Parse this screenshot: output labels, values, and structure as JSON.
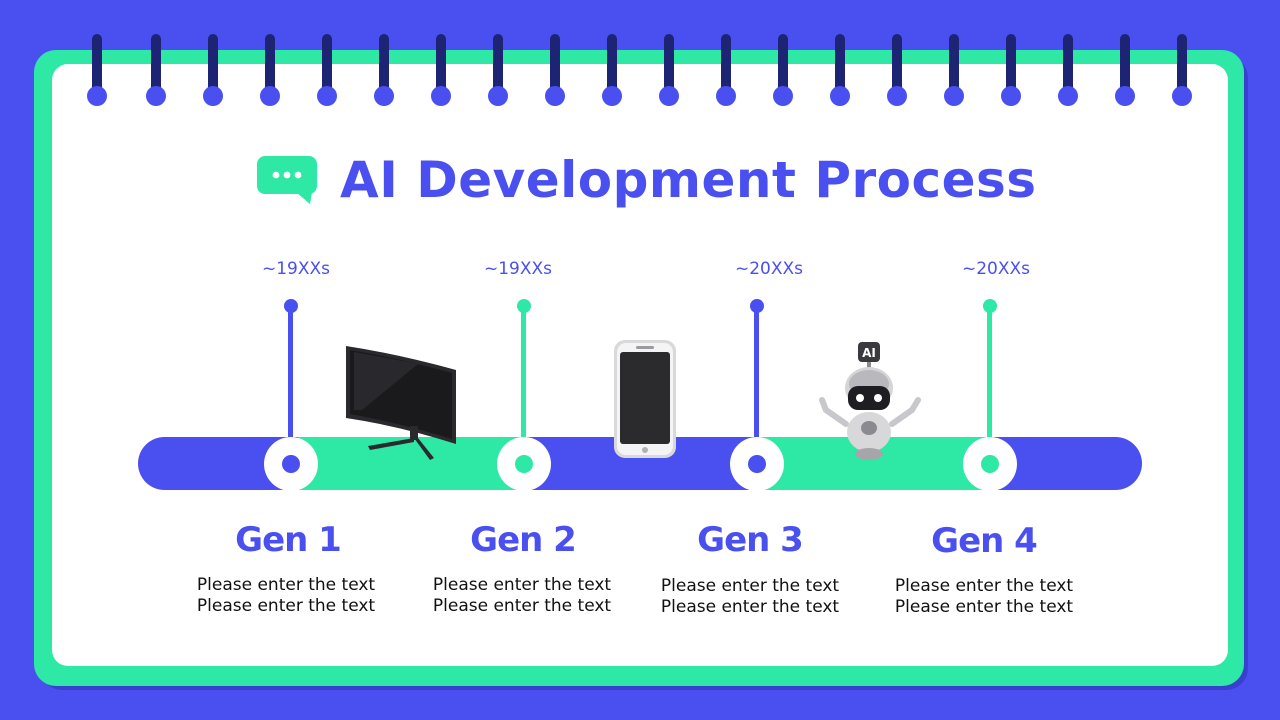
{
  "title": "AI Development Process",
  "title_icon": "chat-bubble-icon",
  "colors": {
    "primary": "#4a4ff0",
    "accent": "#2ee8a5",
    "ring": "#1d2473"
  },
  "device_icons": [
    "curved-monitor-icon",
    "smartphone-icon",
    "ai-robot-icon"
  ],
  "robot_badge": "AI",
  "stages": [
    {
      "date": "~19XXs",
      "name": "Gen 1",
      "line1": "Please enter the text",
      "line2": "Please enter the text"
    },
    {
      "date": "~19XXs",
      "name": "Gen 2",
      "line1": "Please enter the text",
      "line2": "Please enter the text"
    },
    {
      "date": "~20XXs",
      "name": "Gen 3",
      "line1": "Please enter the text",
      "line2": "Please enter the text"
    },
    {
      "date": "~20XXs",
      "name": "Gen 4",
      "line1": "Please enter the text",
      "line2": "Please enter the text"
    }
  ]
}
